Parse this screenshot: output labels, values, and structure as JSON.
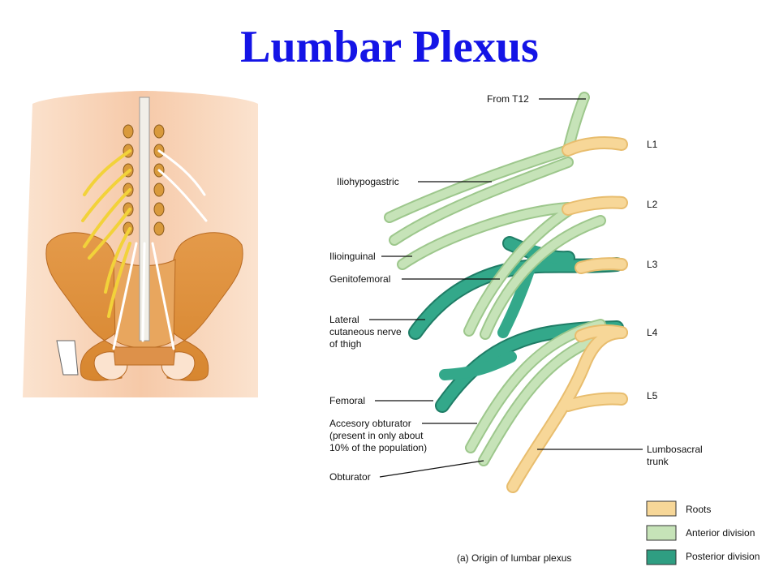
{
  "title": "Lumbar Plexus",
  "colors": {
    "title": "#1414e6",
    "roots": "#f7d798",
    "anterior_division": "#c6e3b8",
    "posterior_division": "#2f9e82"
  },
  "levels": [
    "L1",
    "L2",
    "L3",
    "L4",
    "L5"
  ],
  "labels": {
    "from_t12": "From T12",
    "iliohypogastric": "Iliohypogastric",
    "ilioinguinal": "Ilioinguinal",
    "genitofemoral": "Genitofemoral",
    "lateral_cutaneous": [
      "Lateral",
      "cutaneous nerve",
      "of thigh"
    ],
    "femoral": "Femoral",
    "accessory_obturator": [
      "Accesory obturator",
      "(present in only about",
      "10% of the population)"
    ],
    "obturator": "Obturator",
    "lumbosacral_trunk": [
      "Lumbosacral",
      "trunk"
    ]
  },
  "legend": [
    "Roots",
    "Anterior division",
    "Posterior division"
  ],
  "caption": "(a) Origin of lumbar plexus"
}
